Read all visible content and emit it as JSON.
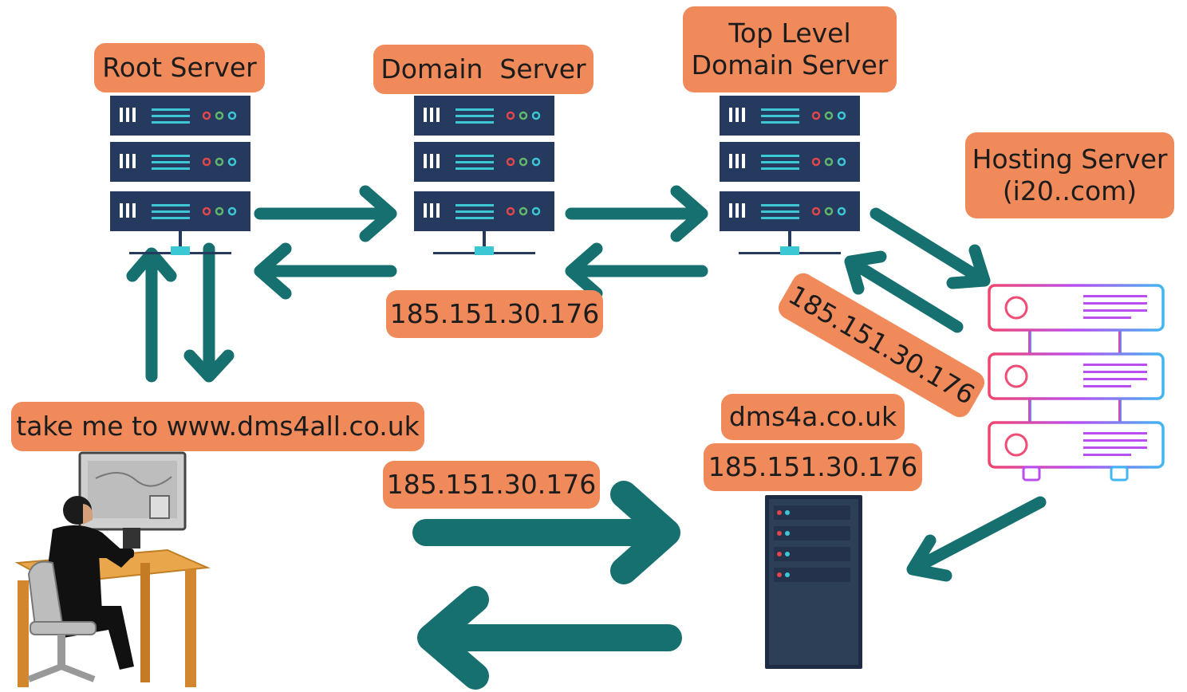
{
  "labels": {
    "root_server": "Root Server",
    "domain_server": "Domain  Server",
    "tld_line1": "Top Level",
    "tld_line2": "Domain Server",
    "hosting_line1": "Hosting Server",
    "hosting_line2": "(i20..com)",
    "ip_domain": "185.151.30.176",
    "ip_hosting_diagonal": "185.151.30.176",
    "request": "take me to www.dms4all.co.uk",
    "ip_client": "185.151.30.176",
    "website_domain": "dms4a.co.uk",
    "website_ip": "185.151.30.176"
  },
  "colors": {
    "label_bg": "#f08a5b",
    "arrow": "#16706f",
    "server_navy": "#26395e",
    "accent_cyan": "#3cc7d4",
    "accent_red": "#e0464a"
  },
  "icons": [
    "server-rack-icon",
    "hosting-server-icon",
    "tower-server-icon",
    "person-at-computer-icon"
  ]
}
